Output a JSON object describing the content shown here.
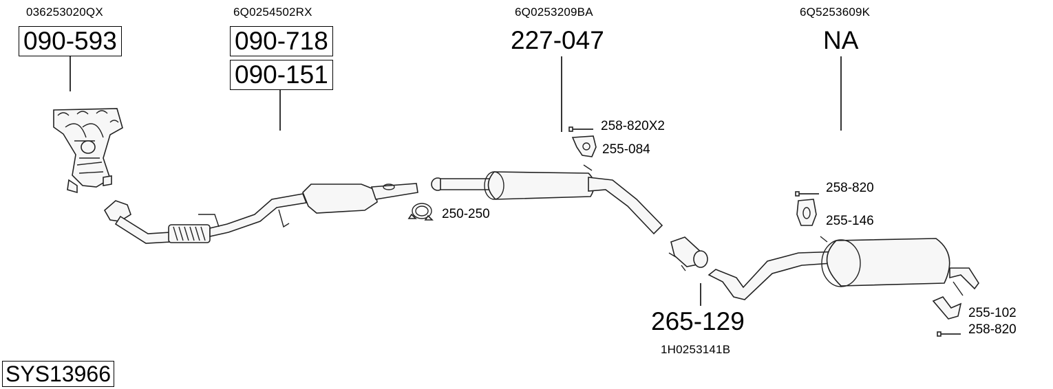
{
  "oe_numbers": {
    "manifold": "036253020QX",
    "front_pipe": "6Q0254502RX",
    "middle_box": "6Q0253209BA",
    "rear_box": "6Q5253609K",
    "connector": "1H0253141B"
  },
  "part_numbers": {
    "manifold": "090-593",
    "front_pipe_a": "090-718",
    "front_pipe_b": "090-151",
    "middle_box": "227-047",
    "rear_box": "NA",
    "connector": "265-129"
  },
  "accessories": {
    "clamp": "250-250",
    "bolt_mid": "258-820X2",
    "hanger_mid": "255-084",
    "bolt_rear": "258-820",
    "hanger_rear": "255-146",
    "hanger_tail": "255-102",
    "bolt_tail": "258-820"
  },
  "system_id": "SYS13966"
}
